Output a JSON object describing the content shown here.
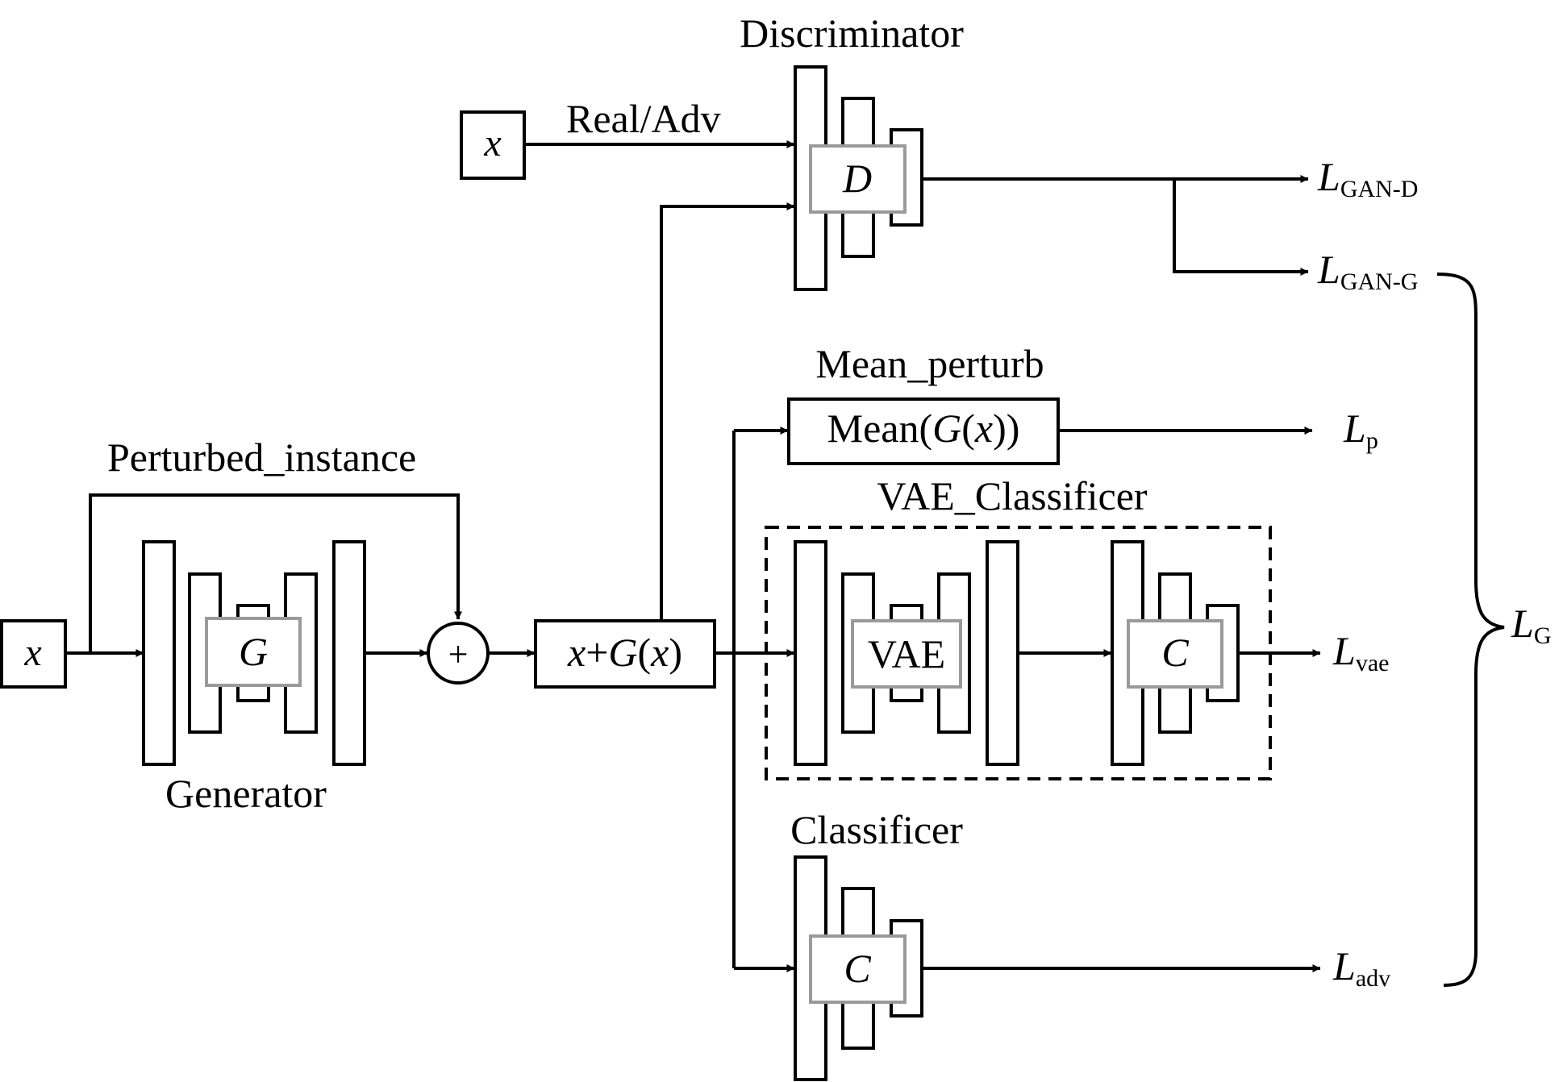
{
  "input_x": "x",
  "perturbed_label": "Perturbed_instance",
  "generator": {
    "title": "Generator",
    "inner": "G"
  },
  "plus": "+",
  "sum_box": {
    "x": "x",
    "plus": "+",
    "g": "G",
    "open": "(",
    "x2": "x",
    "close": ")"
  },
  "discriminator": {
    "title": "Discriminator",
    "inner": "D",
    "input_x": "x",
    "edge_label": "Real/Adv"
  },
  "mean_perturb": {
    "title": "Mean_perturb",
    "prefix": "Mean(",
    "g": "G",
    "open": "(",
    "x": "x",
    "close": "))"
  },
  "vae_classifier": {
    "title": "VAE_Classificer",
    "vae": "VAE",
    "c": "C"
  },
  "classifier": {
    "title": "Classificer",
    "inner": "C"
  },
  "losses": {
    "gan_d": {
      "L": "L",
      "sub": "GAN-D"
    },
    "gan_g": {
      "L": "L",
      "sub": "GAN-G"
    },
    "p": {
      "L": "L",
      "sub": "p"
    },
    "vae": {
      "L": "L",
      "sub": "vae"
    },
    "adv": {
      "L": "L",
      "sub": "adv"
    },
    "g": {
      "L": "L",
      "sub": "G"
    }
  },
  "colors": {
    "stroke": "#000000",
    "inner_box": "#9a9a9a",
    "background": "#ffffff"
  }
}
